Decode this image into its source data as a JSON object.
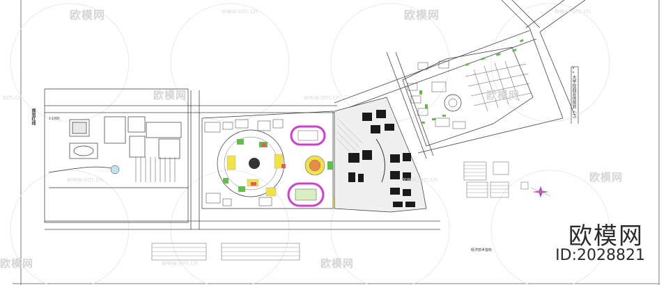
{
  "watermarks": {
    "brand_cn": "欧模网",
    "site": "www.om.cn",
    "site_short": "om.cn"
  },
  "branding": {
    "brand_cn": "欧模网",
    "id_label": "ID:2028821"
  },
  "plan": {
    "title_vertical": "××大学校园总体规划（一）",
    "left_label": "规划红线",
    "scale_note": "1:1000",
    "legend_note": "经济技术指标"
  },
  "colors": {
    "track_magenta": "#d63ad6",
    "building_yellow": "#f1e24a",
    "lawn_green": "#5fbf4a",
    "line_black": "#1a1a1a",
    "hatch_gray": "#7a7a7a"
  }
}
